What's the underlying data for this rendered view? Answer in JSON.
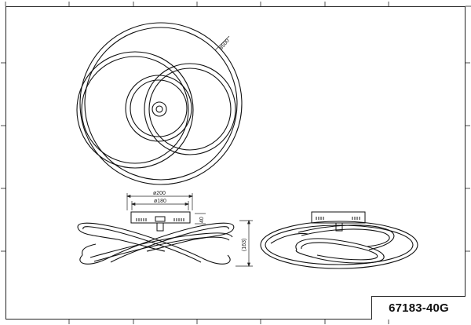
{
  "drawing": {
    "model_number": "67183-40G",
    "dimensions": {
      "outer_diameter": "ø500",
      "canopy_diameter": "ø200",
      "canopy_inner_diameter": "ø180",
      "canopy_height": "40",
      "total_height": "(163)"
    }
  }
}
